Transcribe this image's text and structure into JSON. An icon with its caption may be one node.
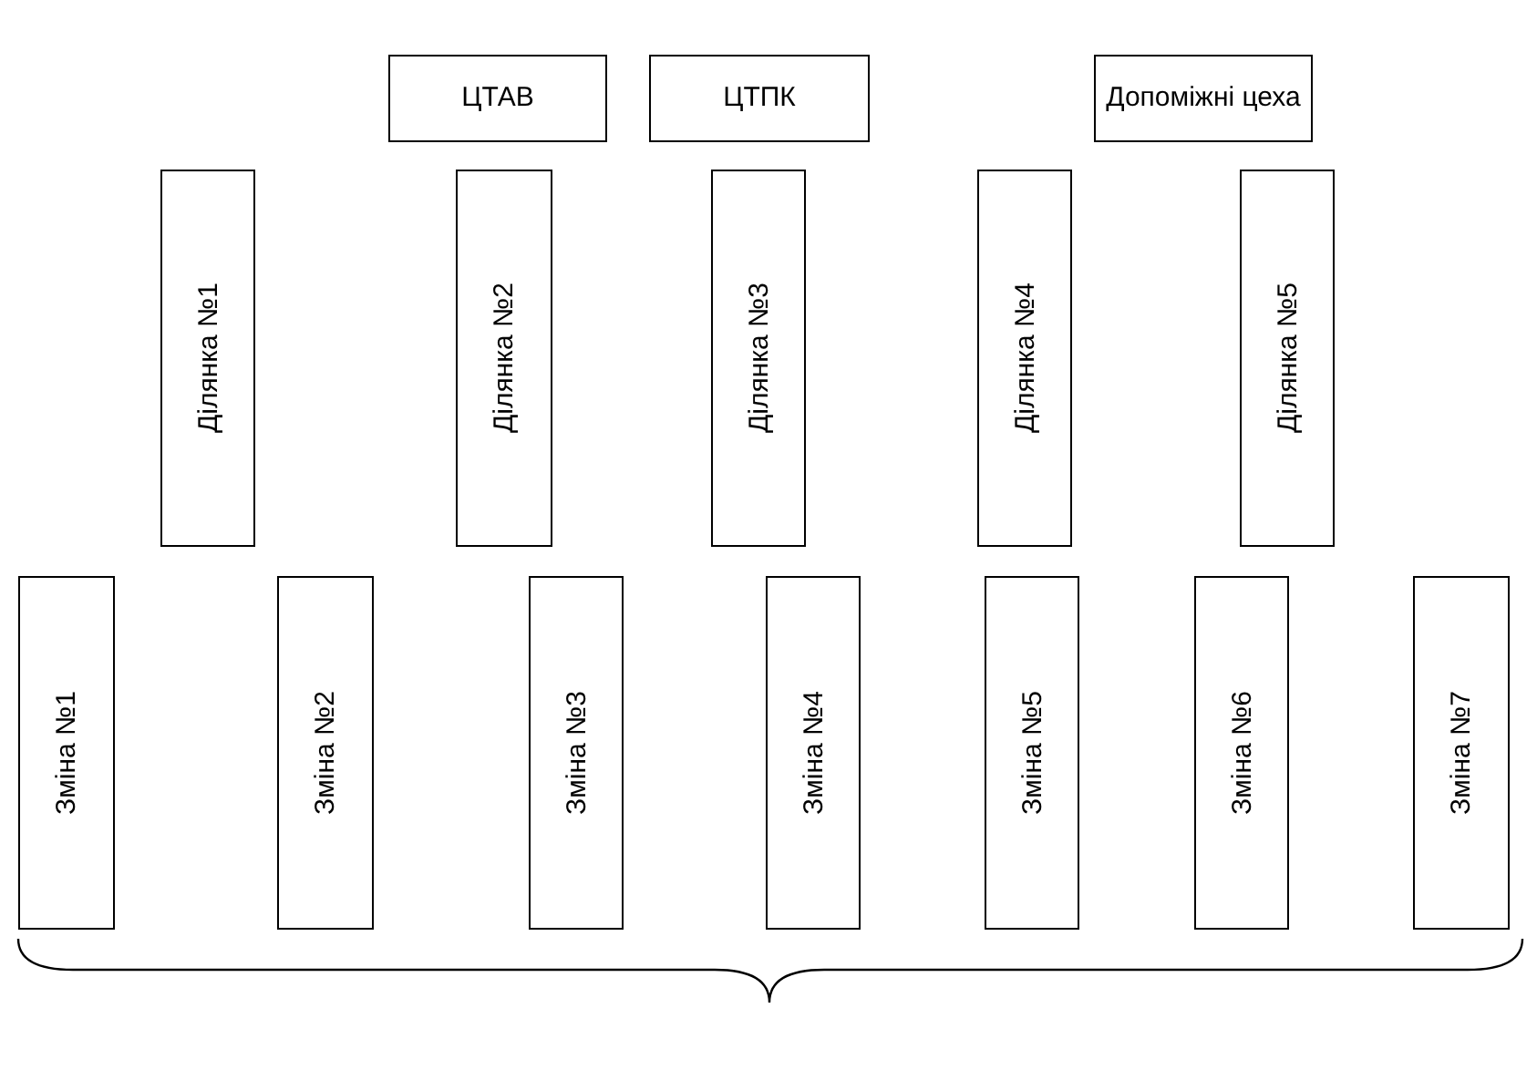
{
  "diagram": {
    "nodes": [
      {
        "text": [
          "ЦТАВ"
        ]
      },
      {
        "text": [
          "ЦТПК"
        ]
      },
      {
        "text": [
          "Допоміжні цеха"
        ]
      },
      {
        "text": [
          "Ділянка №1"
        ]
      },
      {
        "text": [
          "Ділянка №2"
        ]
      },
      {
        "text": [
          "Ділянка №3"
        ]
      },
      {
        "text": [
          "Ділянка №4"
        ]
      },
      {
        "text": [
          "Ділянка №5"
        ]
      },
      {
        "text": [
          "Зміна №1"
        ]
      },
      {
        "text": [
          "Зміна №2"
        ]
      },
      {
        "text": [
          "Зміна №3"
        ]
      },
      {
        "text": [
          "Зміна №4"
        ]
      },
      {
        "text": [
          "Зміна №5"
        ]
      },
      {
        "text": [
          "Зміна №6"
        ]
      },
      {
        "text": [
          "Зміна №7"
        ]
      }
    ]
  }
}
